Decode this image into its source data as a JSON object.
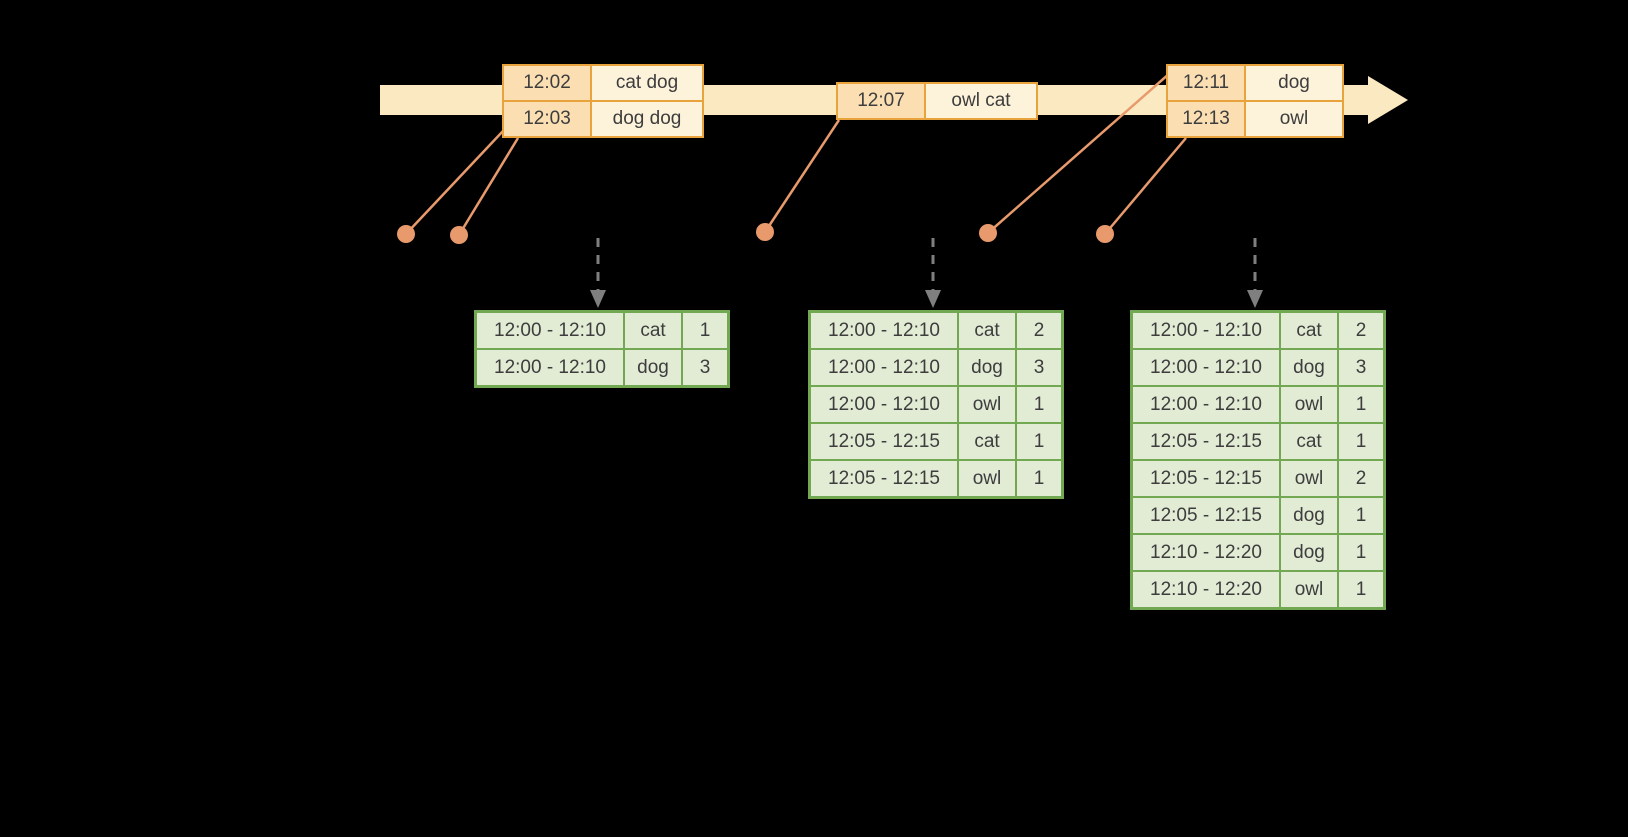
{
  "diagram": {
    "colors": {
      "background": "#000000",
      "timeline_fill": "#fbe9c1",
      "event_border": "#e8a33d",
      "event_time_fill": "#fbdfb3",
      "event_value_fill": "#fdf2da",
      "connector": "#e89a6c",
      "result_border": "#72a851",
      "result_fill": "#e2ecd5",
      "gray_arrow": "#7f7f7f",
      "table_text": "#3d3d3d"
    },
    "event_tables": [
      {
        "rows": [
          [
            "12:02",
            "cat dog"
          ],
          [
            "12:03",
            "dog dog"
          ]
        ]
      },
      {
        "rows": [
          [
            "12:07",
            "owl cat"
          ]
        ]
      },
      {
        "rows": [
          [
            "12:11",
            "dog"
          ],
          [
            "12:13",
            "owl"
          ]
        ]
      }
    ],
    "result_tables": [
      {
        "rows": [
          [
            "12:00 - 12:10",
            "cat",
            "1"
          ],
          [
            "12:00 - 12:10",
            "dog",
            "3"
          ]
        ]
      },
      {
        "rows": [
          [
            "12:00 - 12:10",
            "cat",
            "2"
          ],
          [
            "12:00 - 12:10",
            "dog",
            "3"
          ],
          [
            "12:00 - 12:10",
            "owl",
            "1"
          ],
          [
            "12:05 - 12:15",
            "cat",
            "1"
          ],
          [
            "12:05 - 12:15",
            "owl",
            "1"
          ]
        ]
      },
      {
        "rows": [
          [
            "12:00 - 12:10",
            "cat",
            "2"
          ],
          [
            "12:00 - 12:10",
            "dog",
            "3"
          ],
          [
            "12:00 - 12:10",
            "owl",
            "1"
          ],
          [
            "12:05 - 12:15",
            "cat",
            "1"
          ],
          [
            "12:05 - 12:15",
            "owl",
            "2"
          ],
          [
            "12:05 - 12:15",
            "dog",
            "1"
          ],
          [
            "12:10 - 12:20",
            "dog",
            "1"
          ],
          [
            "12:10 - 12:20",
            "owl",
            "1"
          ]
        ]
      }
    ]
  }
}
